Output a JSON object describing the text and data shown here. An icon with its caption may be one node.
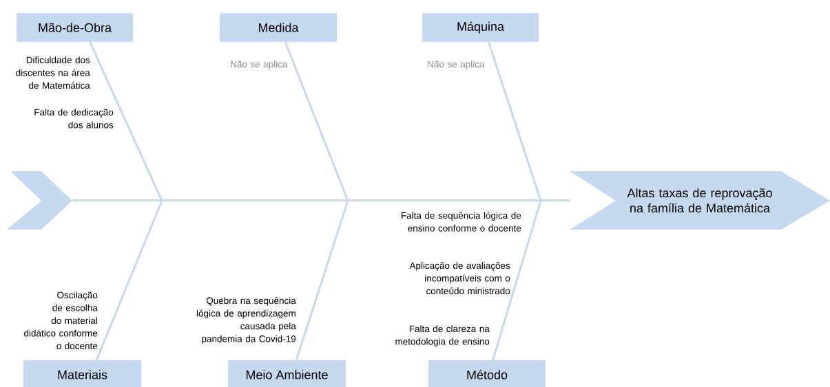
{
  "diagram": {
    "nodes": [
      {
        "text": [
          "Mão-de-Obra"
        ]
      },
      {
        "text": [
          "Medida"
        ]
      },
      {
        "text": [
          "Máquina"
        ]
      },
      {
        "text": [
          "Materiais"
        ]
      },
      {
        "text": [
          "Meio Ambiente"
        ]
      },
      {
        "text": [
          "Método"
        ]
      },
      {
        "text": [
          "Altas taxas de reprovação na família de Matemática"
        ]
      },
      {
        "text": [],
        "shape": "chevron"
      }
    ],
    "edges": [
      {
        "from": 0,
        "to": null,
        "arrow": "none"
      },
      {
        "from": 1,
        "to": null,
        "arrow": "none"
      },
      {
        "from": 2,
        "to": null,
        "arrow": "none"
      },
      {
        "from": 3,
        "to": null,
        "arrow": "none"
      },
      {
        "from": 4,
        "to": null,
        "arrow": "none"
      },
      {
        "from": 5,
        "to": null,
        "arrow": "none"
      },
      {
        "from": 7,
        "to": 6,
        "arrow": "none"
      }
    ],
    "labels": [
      "Dificuldade dos discentes na área de Matemática",
      "Falta de dedicação dos alunos",
      "Não se aplica",
      "Não se aplica",
      "Falta de sequência lógica de ensino conforme o docente",
      "Aplicação de avaliações incompatíveis com o conteúdo ministrado",
      "Oscilação de escolha do material didático conforme o docente",
      "Quebra na sequência lógica de aprendizagem causada pela pandemia da Covid-19",
      "Falta de clareza na metodologia de ensino"
    ]
  }
}
